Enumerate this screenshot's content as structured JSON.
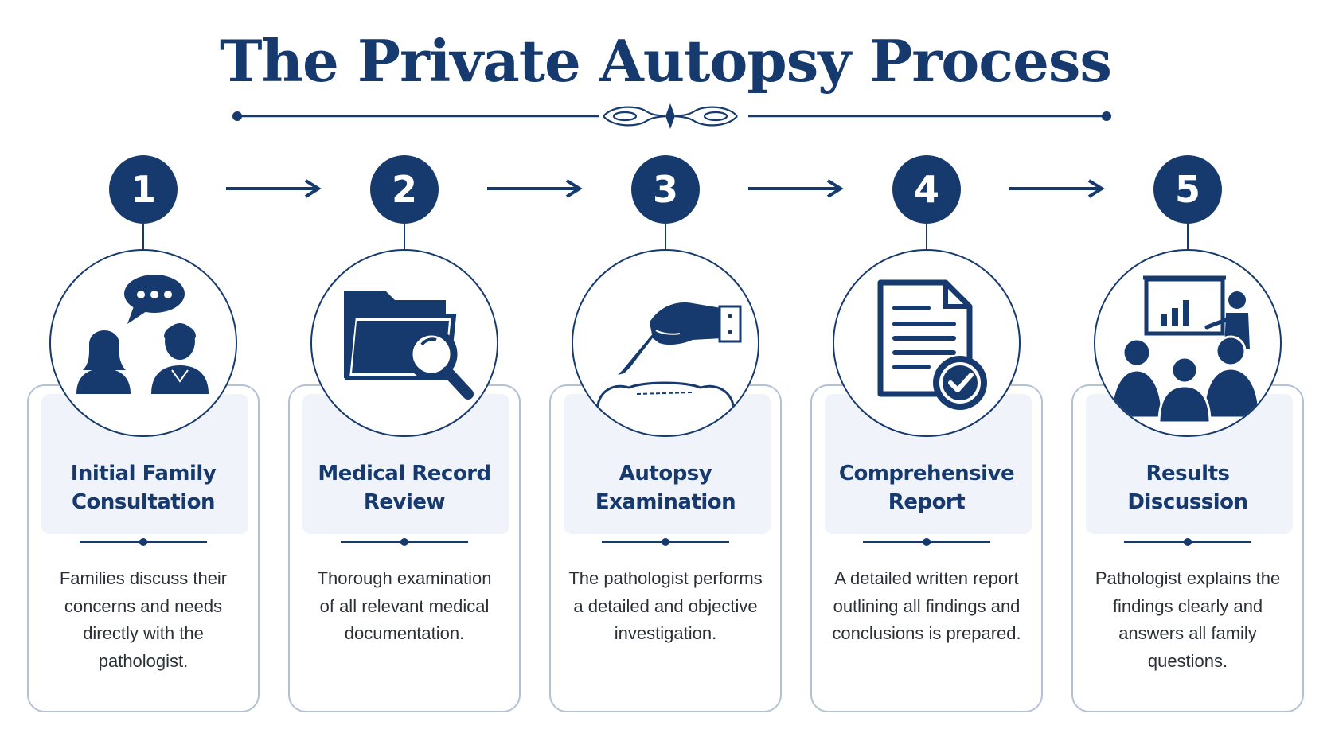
{
  "title": "The Private Autopsy Process",
  "colors": {
    "primary": "#173a6e",
    "panel": "#f0f4fa",
    "card_border": "#b3c1d6"
  },
  "steps": [
    {
      "number": "1",
      "title_line1": "Initial Family",
      "title_line2": "Consultation",
      "desc_line1": "Families discuss their",
      "desc_line2": "concerns and needs",
      "desc_line3": "directly with the",
      "desc_line4": "pathologist.",
      "icon": "consultation-icon"
    },
    {
      "number": "2",
      "title_line1": "Medical Record",
      "title_line2": "Review",
      "desc_line1": "Thorough examination",
      "desc_line2": "of all relevant medical",
      "desc_line3": "documentation.",
      "desc_line4": "",
      "icon": "folder-search-icon"
    },
    {
      "number": "3",
      "title_line1": "Autopsy",
      "title_line2": "Examination",
      "desc_line1": "The pathologist performs",
      "desc_line2": "a detailed and objective",
      "desc_line3": "investigation.",
      "desc_line4": "",
      "icon": "scalpel-hand-icon"
    },
    {
      "number": "4",
      "title_line1": "Comprehensive",
      "title_line2": "Report",
      "desc_line1": "A detailed written report",
      "desc_line2": "outlining all findings and",
      "desc_line3": "conclusions is prepared.",
      "desc_line4": "",
      "icon": "report-check-icon"
    },
    {
      "number": "5",
      "title_line1": "Results",
      "title_line2": "Discussion",
      "desc_line1": "Pathologist explains the",
      "desc_line2": "findings clearly and",
      "desc_line3": "answers all family",
      "desc_line4": "questions.",
      "icon": "presentation-icon"
    }
  ]
}
